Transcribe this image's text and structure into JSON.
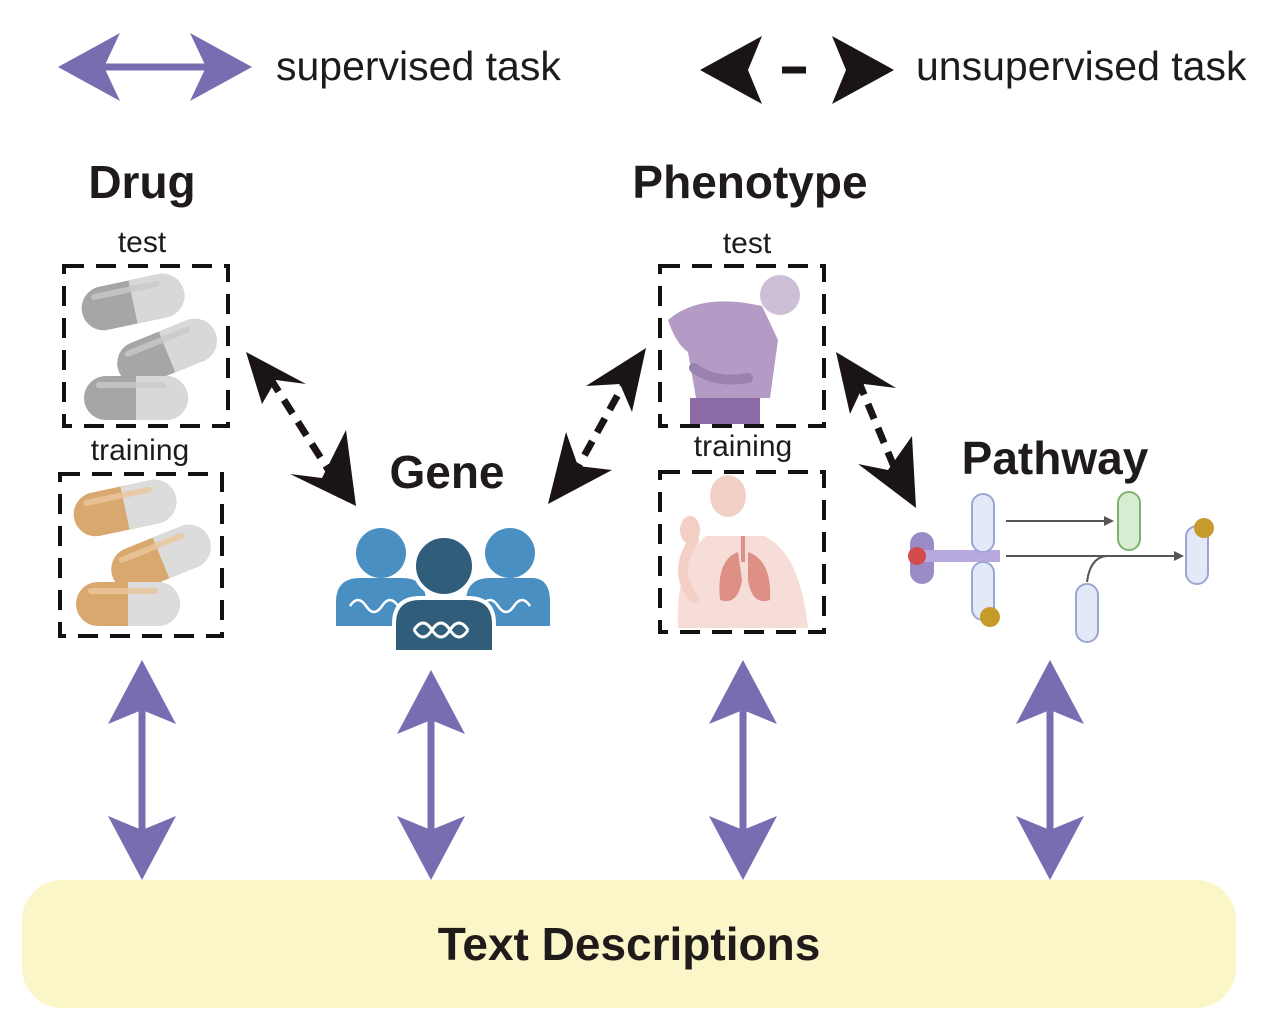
{
  "legend": {
    "supervised_label": "supervised task",
    "unsupervised_label": "unsupervised task"
  },
  "nodes": {
    "drug": {
      "title": "Drug",
      "test_label": "test",
      "training_label": "training"
    },
    "gene": {
      "title": "Gene"
    },
    "phenotype": {
      "title": "Phenotype",
      "test_label": "test",
      "training_label": "training"
    },
    "pathway": {
      "title": "Pathway"
    }
  },
  "footer": {
    "label": "Text Descriptions"
  },
  "colors": {
    "supervised_arrow": "#7a6cb1",
    "unsupervised_arrow": "#1a1414",
    "text_box_fill": "#fbf6c8",
    "test_pill": "#a9a9a9",
    "training_pill": "#d9a86e",
    "gene_icon_light": "#4a8fc2",
    "gene_icon_dark": "#2f5d7a",
    "phenotype_test_figure": "#b39bc6",
    "phenotype_training_figure": "#f2c9c0"
  },
  "icons": {
    "drug_test": "capsule-gray-icon",
    "drug_training": "capsule-orange-icon",
    "gene": "people-dna-icon",
    "phenotype_test": "person-abdominal-pain-icon",
    "phenotype_training": "person-coughing-lungs-icon",
    "pathway": "signaling-pathway-icon"
  }
}
